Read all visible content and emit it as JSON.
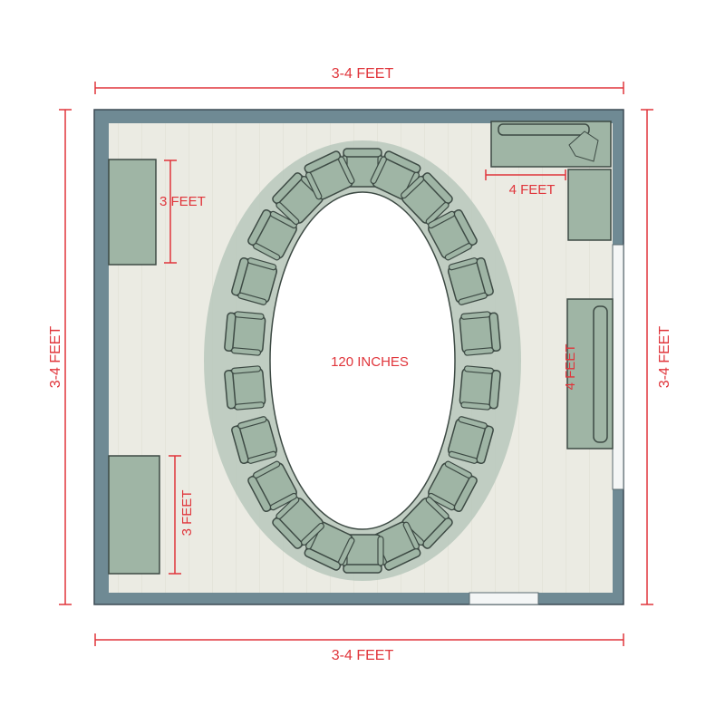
{
  "dimensions": {
    "top": "3-4 FEET",
    "bottom": "3-4 FEET",
    "left": "3-4 FEET",
    "right": "3-4 FEET",
    "cabinet_top": "3 FEET",
    "cabinet_bottom": "3 FEET",
    "sofa": "4 FEET",
    "bench": "4 FEET",
    "table": "120 INCHES"
  },
  "chair_count": 22,
  "colors": {
    "wall": "#6f8a94",
    "floor": "#ebebe3",
    "furniture": "#9fb5a5",
    "rug": "#b8c8bc",
    "dimension": "#e0353b"
  }
}
